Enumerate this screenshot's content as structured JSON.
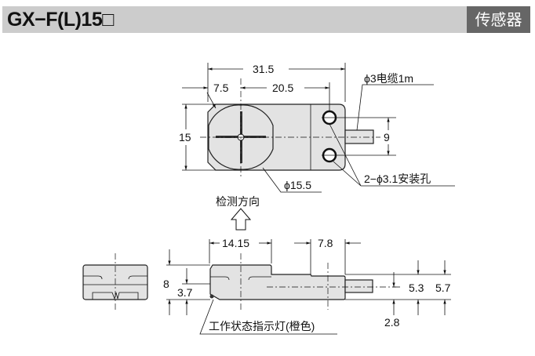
{
  "header": {
    "title": "GX−F(L)15□",
    "category": "传感器"
  },
  "top_view": {
    "overall_length": "31.5",
    "front_offset": "7.5",
    "hole_pitch_x": "20.5",
    "height": "15",
    "hole_pitch_y": "9",
    "cable": "ϕ3电缆1m",
    "face_diameter": "ϕ15.5",
    "mount_holes": "2−ϕ3.1安装孔",
    "detect_direction": "检测方向"
  },
  "side_view": {
    "head_length": "14.15",
    "step_length": "7.8",
    "overall_height": "8",
    "indicator_height": "3.7",
    "body_height_1": "5.3",
    "body_height_2": "5.7",
    "cable_center": "2.8",
    "indicator_label": "工作状态指示灯(橙色)"
  }
}
